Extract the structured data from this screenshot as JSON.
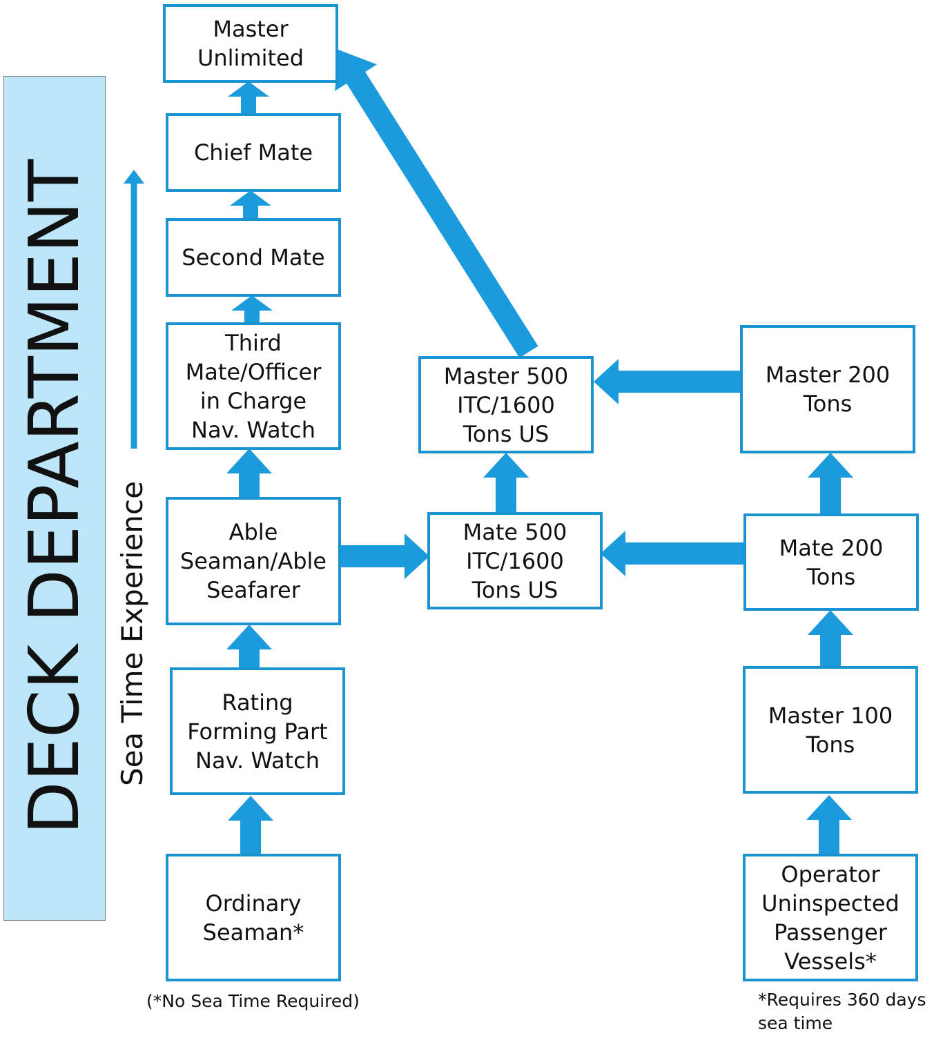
{
  "colors": {
    "arrow": "#1b9bdc",
    "box_border": "#1b93d1",
    "banner_fill": "#bde7f9"
  },
  "banner": {
    "label": "DECK DEPARTMENT"
  },
  "axis": {
    "label": "Sea Time Experience"
  },
  "boxes": {
    "master_unlimited": "Master\nUnlimited",
    "chief_mate": "Chief Mate",
    "second_mate": "Second Mate",
    "third_mate": "Third\nMate/Officer\nin Charge\nNav. Watch",
    "able_seaman": "Able\nSeaman/Able\nSeafarer",
    "rating": "Rating\nForming Part\nNav. Watch",
    "ordinary_seaman": "Ordinary\nSeaman*",
    "master_500": "Master 500\nITC/1600\nTons US",
    "mate_500": "Mate 500\nITC/1600\nTons US",
    "master_200": "Master 200\nTons",
    "mate_200": "Mate 200\nTons",
    "master_100": "Master 100\nTons",
    "operator_upv": "Operator\nUninspected\nPassenger\nVessels*"
  },
  "notes": {
    "no_sea_time": "(*No Sea Time Required)",
    "requires_360": "*Requires 360 days\nsea time"
  }
}
